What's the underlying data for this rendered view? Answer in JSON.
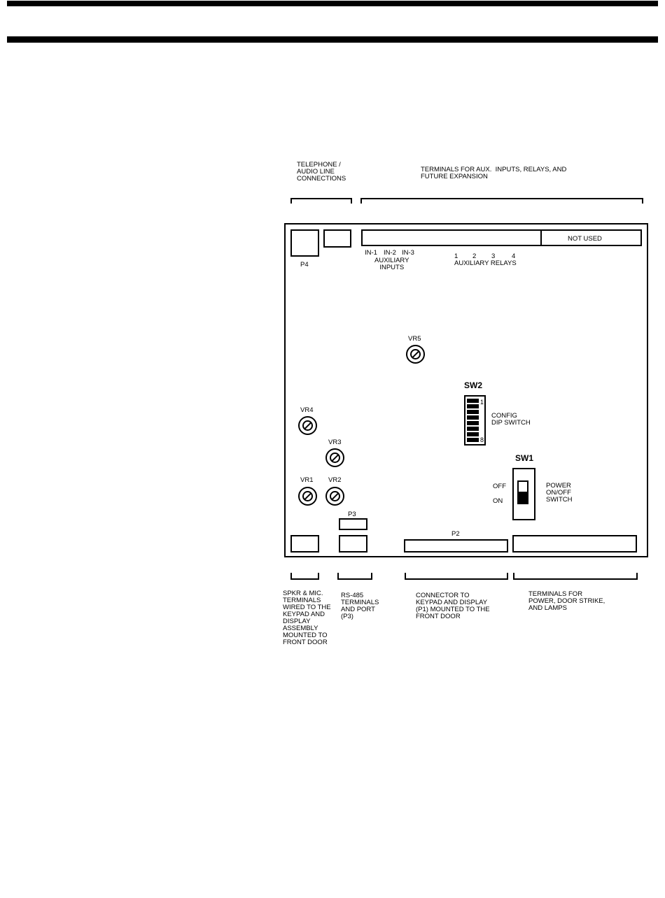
{
  "labels": {
    "telephone_top": "TELEPHONE /\nAUDIO LINE\nCONNECTIONS",
    "terminals_top": "TERMINALS FOR AUX.  INPUTS, RELAYS, AND\nFUTURE EXPANSION",
    "not_used": "NOT USED",
    "p4": "P4",
    "in1": "IN-1",
    "in2": "IN-2",
    "in3": "IN-3",
    "aux_inputs": "AUXILIARY\nINPUTS",
    "relay_1": "1",
    "relay_2": "2",
    "relay_3": "3",
    "relay_4": "4",
    "aux_relays": "AUXILIARY RELAYS",
    "vr5": "VR5",
    "vr4": "VR4",
    "vr3": "VR3",
    "vr1": "VR1",
    "vr2": "VR2",
    "sw2": "SW2",
    "dip_1": "1",
    "dip_8": "8",
    "config": "CONFIG\nDIP SWITCH",
    "sw1": "SW1",
    "off": "OFF",
    "on": "ON",
    "power_switch": "POWER\nON/OFF\nSWITCH",
    "p3": "P3",
    "p2": "P2",
    "spkr": "SPKR & MIC.\nTERMINALS\nWIRED TO THE\nKEYPAD AND\nDISPLAY\nASSEMBLY\nMOUNTED TO\nFRONT DOOR",
    "rs485": "RS-485\nTERMINALS\nAND PORT\n(P3)",
    "connector": "CONNECTOR TO\nKEYPAD AND DISPLAY\n(P1) MOUNTED TO THE\nFRONT DOOR",
    "terminals_power": "TERMINALS FOR\nPOWER, DOOR STRIKE,\nAND LAMPS"
  }
}
